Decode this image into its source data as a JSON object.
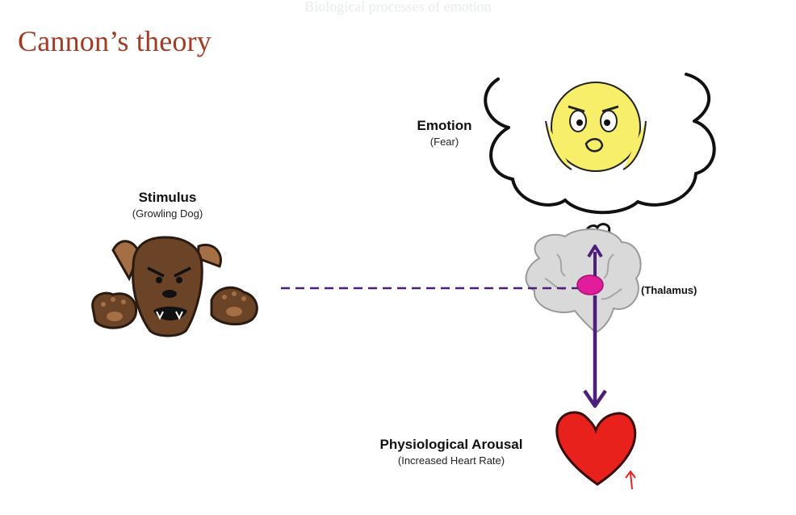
{
  "slide": {
    "header": "Biological processes of emotion",
    "title": "Cannon’s theory"
  },
  "labels": {
    "emotion": {
      "main": "Emotion",
      "sub": "(Fear)"
    },
    "stimulus": {
      "main": "Stimulus",
      "sub": "(Growling Dog)"
    },
    "thalamus": "(Thalamus)",
    "arousal": {
      "main": "Physiological Arousal",
      "sub": "(Increased Heart Rate)"
    }
  },
  "colors": {
    "title": "#a23a24",
    "arrow": "#4b1f7a",
    "thalamus": "#e21d9c",
    "heart": "#e8211d",
    "dog": "#6b4327",
    "face": "#f7ee6a",
    "brain": "#d9d9d9"
  }
}
